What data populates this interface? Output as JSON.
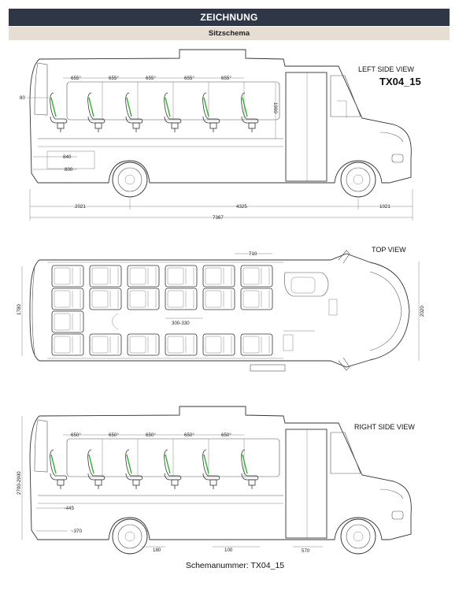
{
  "header": {
    "title": "ZEICHNUNG",
    "subtitle": "Sitzschema"
  },
  "left_view": {
    "label": "LEFT SIDE VIEW",
    "model": "TX04_15",
    "seat_pitch": "655°",
    "dims": {
      "height_roof": "1900",
      "left_80": "80",
      "d840": "840",
      "d800": "800",
      "front_overhang": "2021",
      "wheelbase": "4325",
      "rear_overhang": "1021",
      "total_length": "7367"
    }
  },
  "top_view": {
    "label": "TOP VIEW",
    "dims": {
      "d710": "710",
      "inner_width": "1780",
      "outer_width": "2020",
      "aisle": "300-330"
    }
  },
  "right_view": {
    "label": "RIGHT SIDE VIEW",
    "seat_pitch": "650°",
    "dims": {
      "height": "2700-2900",
      "d445": "~445",
      "d370": "~370",
      "d180": "180",
      "d100": "100",
      "d570": "570"
    }
  },
  "footer": {
    "text": "Schemanummer: TX04_15"
  }
}
